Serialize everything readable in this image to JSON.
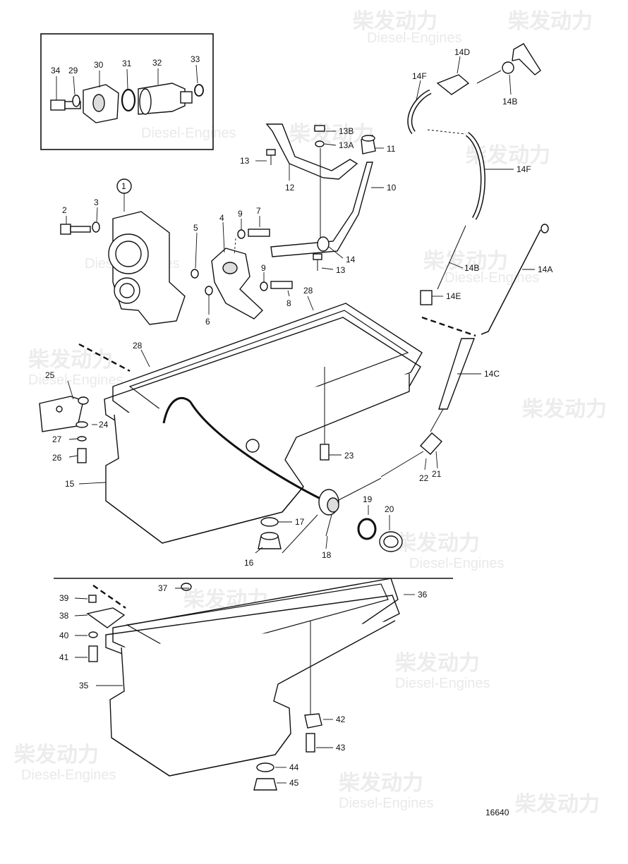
{
  "drawing_number": "16640",
  "watermark": {
    "brand_cn": "柴发动力",
    "brand_en": "Diesel-Engines"
  },
  "callouts": [
    {
      "id": "1",
      "text": "1"
    },
    {
      "id": "2",
      "text": "2"
    },
    {
      "id": "3",
      "text": "3"
    },
    {
      "id": "4",
      "text": "4"
    },
    {
      "id": "5",
      "text": "5"
    },
    {
      "id": "6",
      "text": "6"
    },
    {
      "id": "7",
      "text": "7"
    },
    {
      "id": "8",
      "text": "8"
    },
    {
      "id": "9a",
      "text": "9"
    },
    {
      "id": "9b",
      "text": "9"
    },
    {
      "id": "10",
      "text": "10"
    },
    {
      "id": "11",
      "text": "11"
    },
    {
      "id": "12",
      "text": "12"
    },
    {
      "id": "13a",
      "text": "13"
    },
    {
      "id": "13b",
      "text": "13"
    },
    {
      "id": "13A",
      "text": "13A"
    },
    {
      "id": "13B",
      "text": "13B"
    },
    {
      "id": "14",
      "text": "14"
    },
    {
      "id": "14A",
      "text": "14A"
    },
    {
      "id": "14Ba",
      "text": "14B"
    },
    {
      "id": "14Bb",
      "text": "14B"
    },
    {
      "id": "14C",
      "text": "14C"
    },
    {
      "id": "14D",
      "text": "14D"
    },
    {
      "id": "14E",
      "text": "14E"
    },
    {
      "id": "14Fa",
      "text": "14F"
    },
    {
      "id": "14Fb",
      "text": "14F"
    },
    {
      "id": "15",
      "text": "15"
    },
    {
      "id": "16",
      "text": "16"
    },
    {
      "id": "17",
      "text": "17"
    },
    {
      "id": "18",
      "text": "18"
    },
    {
      "id": "19",
      "text": "19"
    },
    {
      "id": "20",
      "text": "20"
    },
    {
      "id": "21",
      "text": "21"
    },
    {
      "id": "22",
      "text": "22"
    },
    {
      "id": "23",
      "text": "23"
    },
    {
      "id": "24",
      "text": "24"
    },
    {
      "id": "25",
      "text": "25"
    },
    {
      "id": "26",
      "text": "26"
    },
    {
      "id": "27",
      "text": "27"
    },
    {
      "id": "28a",
      "text": "28"
    },
    {
      "id": "28b",
      "text": "28"
    },
    {
      "id": "29",
      "text": "29"
    },
    {
      "id": "30",
      "text": "30"
    },
    {
      "id": "31",
      "text": "31"
    },
    {
      "id": "32",
      "text": "32"
    },
    {
      "id": "33",
      "text": "33"
    },
    {
      "id": "34",
      "text": "34"
    },
    {
      "id": "35",
      "text": "35"
    },
    {
      "id": "36",
      "text": "36"
    },
    {
      "id": "37",
      "text": "37"
    },
    {
      "id": "38",
      "text": "38"
    },
    {
      "id": "39",
      "text": "39"
    },
    {
      "id": "40",
      "text": "40"
    },
    {
      "id": "41",
      "text": "41"
    },
    {
      "id": "42",
      "text": "42"
    },
    {
      "id": "43",
      "text": "43"
    },
    {
      "id": "44",
      "text": "44"
    },
    {
      "id": "45",
      "text": "45"
    }
  ]
}
